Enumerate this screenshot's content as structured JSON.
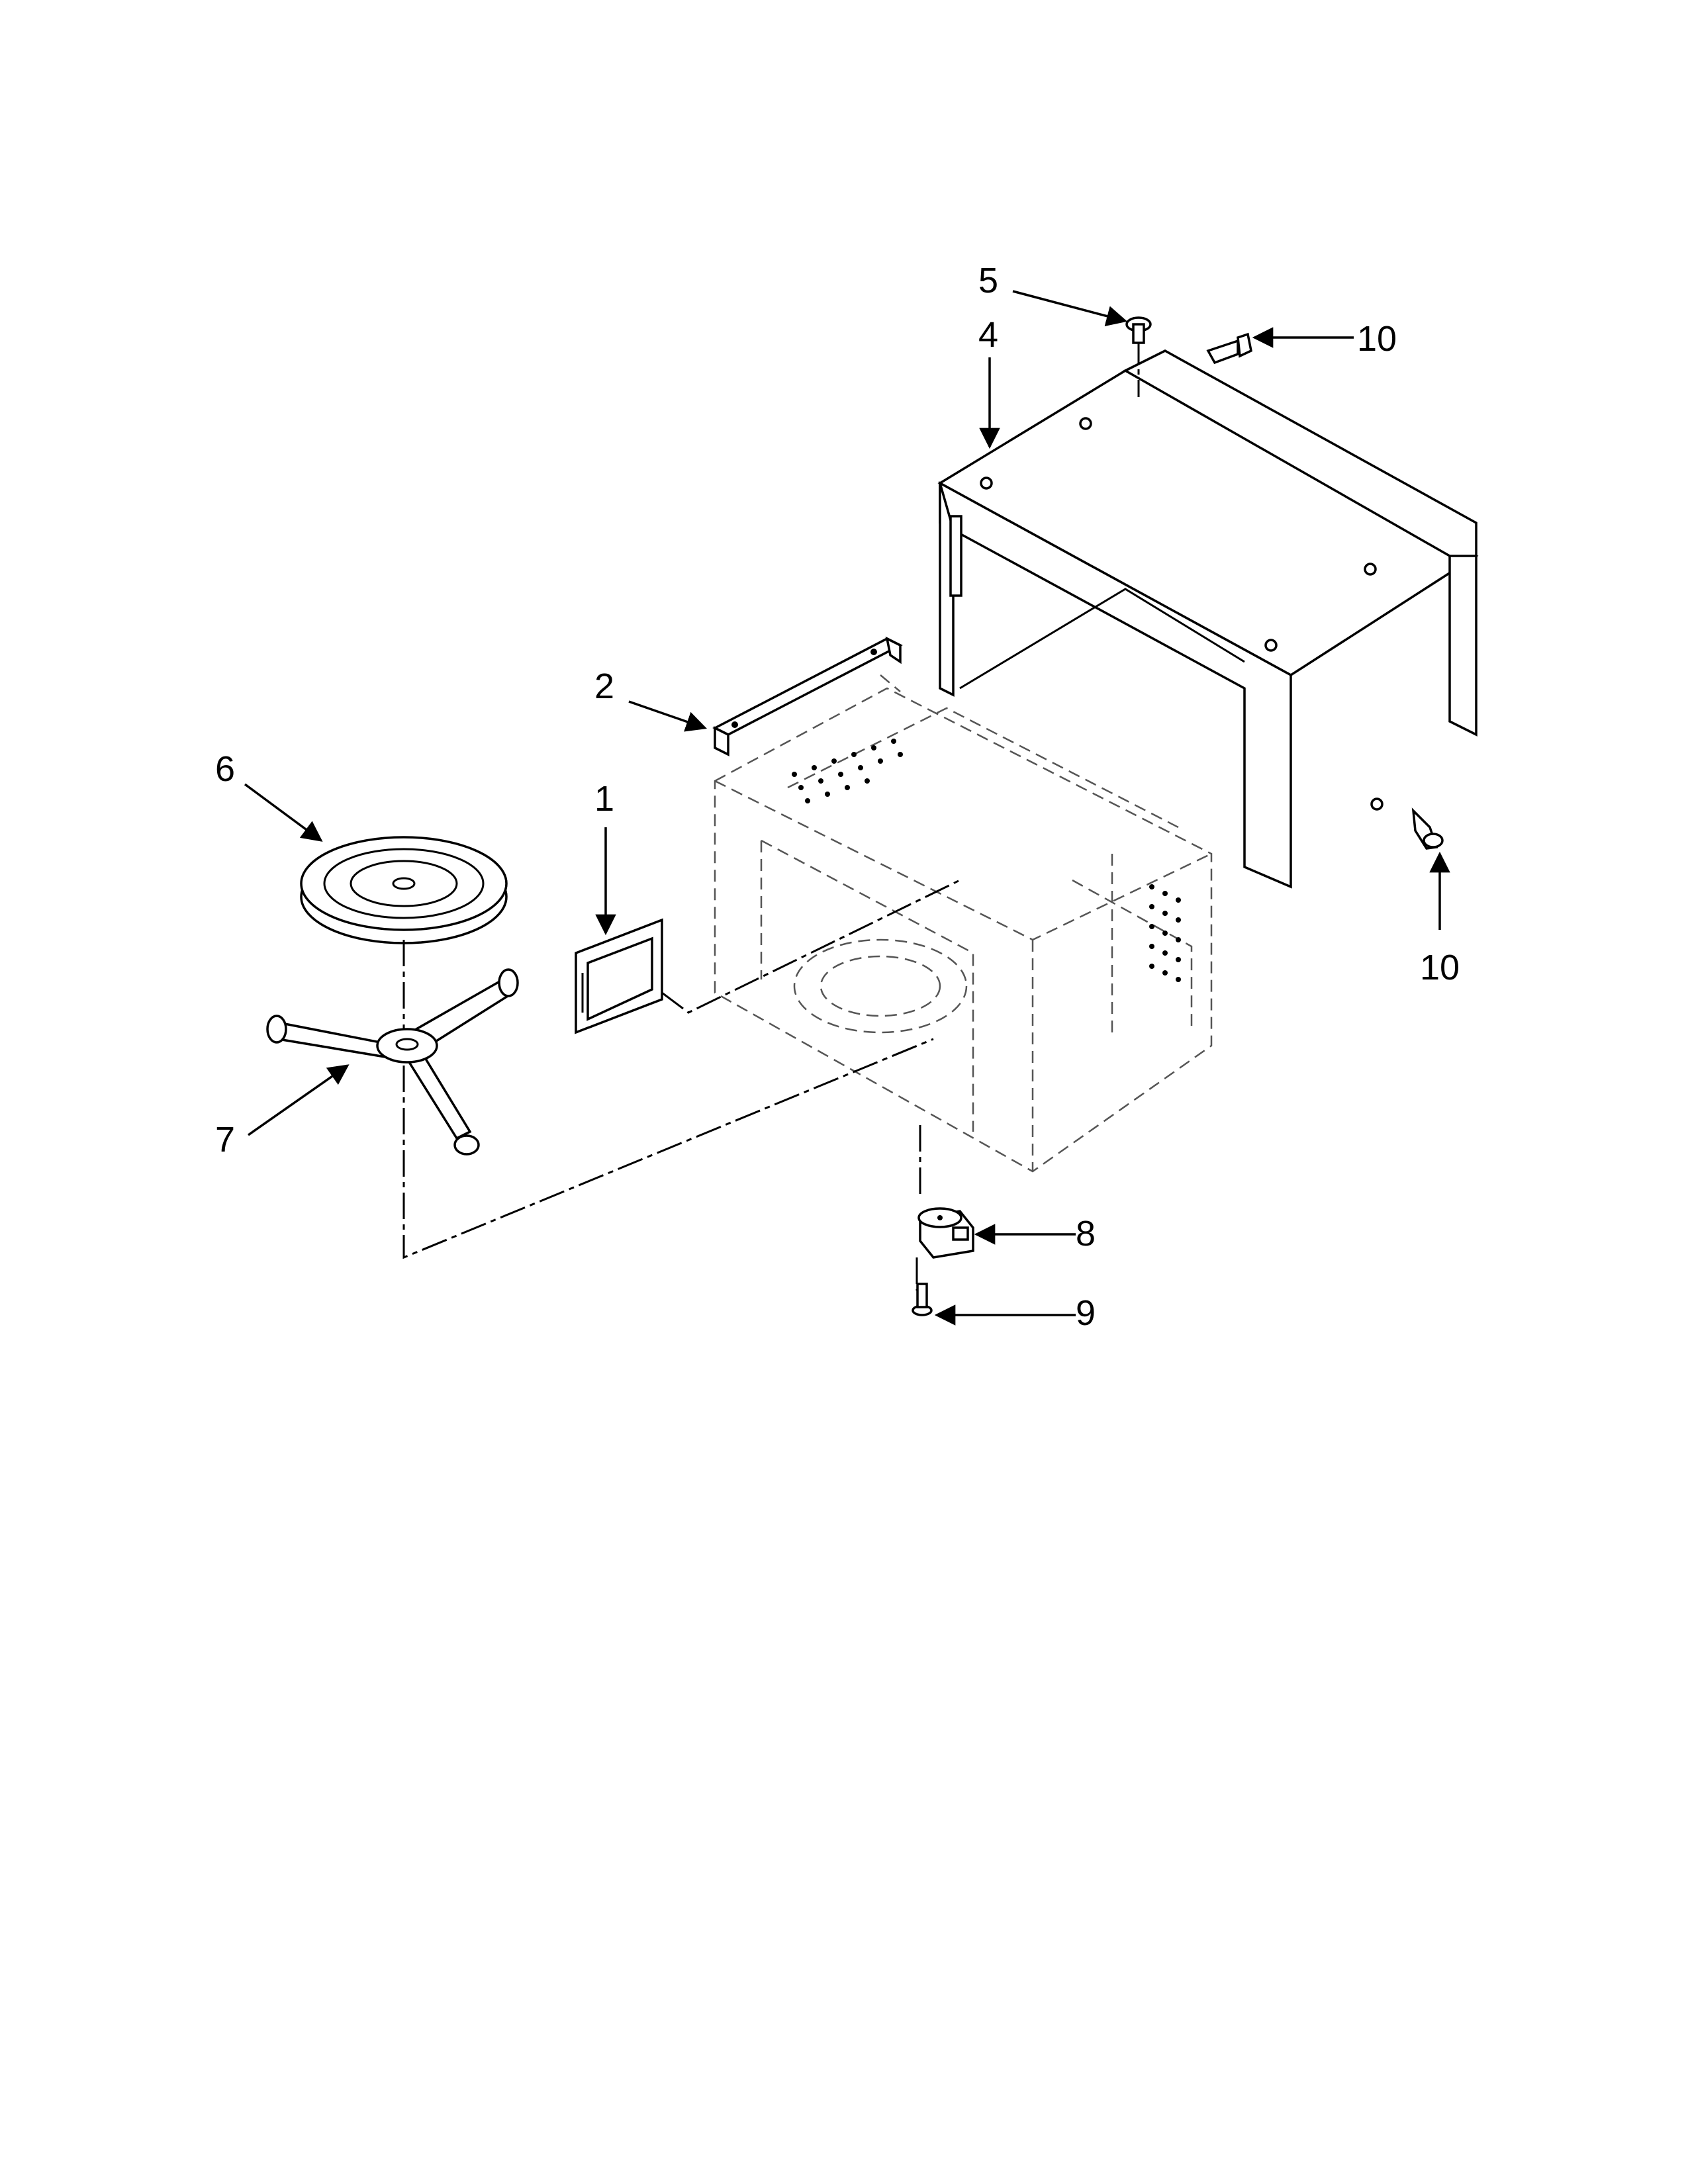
{
  "callouts": [
    {
      "id": "1",
      "text": "1"
    },
    {
      "id": "2",
      "text": "2"
    },
    {
      "id": "4",
      "text": "4"
    },
    {
      "id": "5",
      "text": "5"
    },
    {
      "id": "6",
      "text": "6"
    },
    {
      "id": "7",
      "text": "7"
    },
    {
      "id": "8",
      "text": "8"
    },
    {
      "id": "9",
      "text": "9"
    },
    {
      "id": "10a",
      "text": "10"
    },
    {
      "id": "10b",
      "text": "10"
    }
  ]
}
